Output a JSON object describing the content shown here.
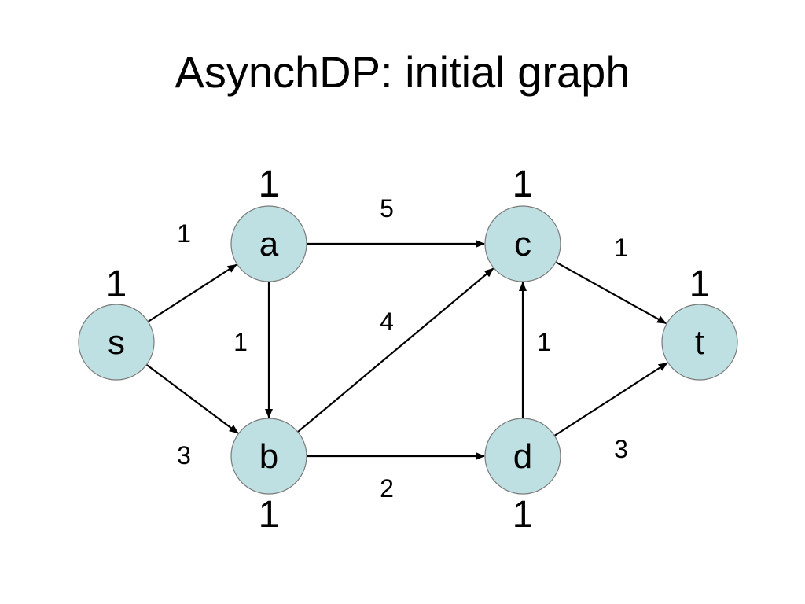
{
  "title": "AsynchDP: initial graph",
  "colors": {
    "node_fill": "#bfe0e2",
    "node_stroke": "#7a7a7a",
    "edge": "#000000",
    "text": "#000000"
  },
  "nodes": [
    {
      "id": "s",
      "label": "s",
      "value": "1"
    },
    {
      "id": "a",
      "label": "a",
      "value": "1"
    },
    {
      "id": "b",
      "label": "b",
      "value": "1"
    },
    {
      "id": "c",
      "label": "c",
      "value": "1"
    },
    {
      "id": "d",
      "label": "d",
      "value": "1"
    },
    {
      "id": "t",
      "label": "t",
      "value": "1"
    }
  ],
  "edges": [
    {
      "from": "s",
      "to": "a",
      "weight": "1"
    },
    {
      "from": "s",
      "to": "b",
      "weight": "3"
    },
    {
      "from": "a",
      "to": "b",
      "weight": "1"
    },
    {
      "from": "a",
      "to": "c",
      "weight": "5"
    },
    {
      "from": "b",
      "to": "c",
      "weight": "4"
    },
    {
      "from": "b",
      "to": "d",
      "weight": "2"
    },
    {
      "from": "d",
      "to": "c",
      "weight": "1"
    },
    {
      "from": "c",
      "to": "t",
      "weight": "1"
    },
    {
      "from": "d",
      "to": "t",
      "weight": "3"
    }
  ]
}
